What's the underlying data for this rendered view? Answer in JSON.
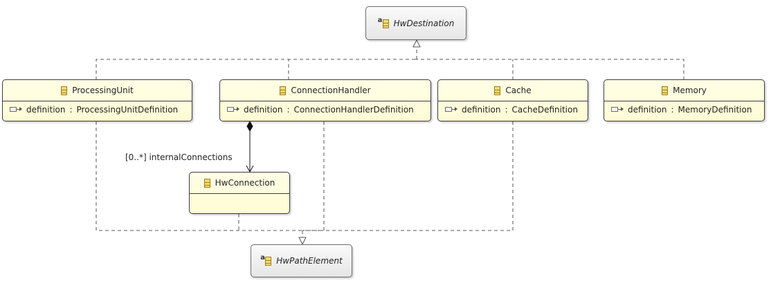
{
  "nodes": {
    "hw_destination": {
      "title": "HwDestination",
      "kind": "interface"
    },
    "processing_unit": {
      "title": "ProcessingUnit",
      "kind": "class",
      "attribute": {
        "name": "definition",
        "type": "ProcessingUnitDefinition"
      }
    },
    "connection_handler": {
      "title": "ConnectionHandler",
      "kind": "class",
      "attribute": {
        "name": "definition",
        "type": "ConnectionHandlerDefinition"
      }
    },
    "cache": {
      "title": "Cache",
      "kind": "class",
      "attribute": {
        "name": "definition",
        "type": "CacheDefinition"
      }
    },
    "memory": {
      "title": "Memory",
      "kind": "class",
      "attribute": {
        "name": "definition",
        "type": "MemoryDefinition"
      }
    },
    "hw_connection": {
      "title": "HwConnection",
      "kind": "class"
    },
    "hw_path_element": {
      "title": "HwPathElement",
      "kind": "interface"
    }
  },
  "edges": {
    "internal_connections": {
      "label": "[0..*] internalConnections"
    }
  },
  "colors": {
    "class_fill": "#fffbd4",
    "interface_fill": "#ebebeb",
    "line": "#555555"
  }
}
